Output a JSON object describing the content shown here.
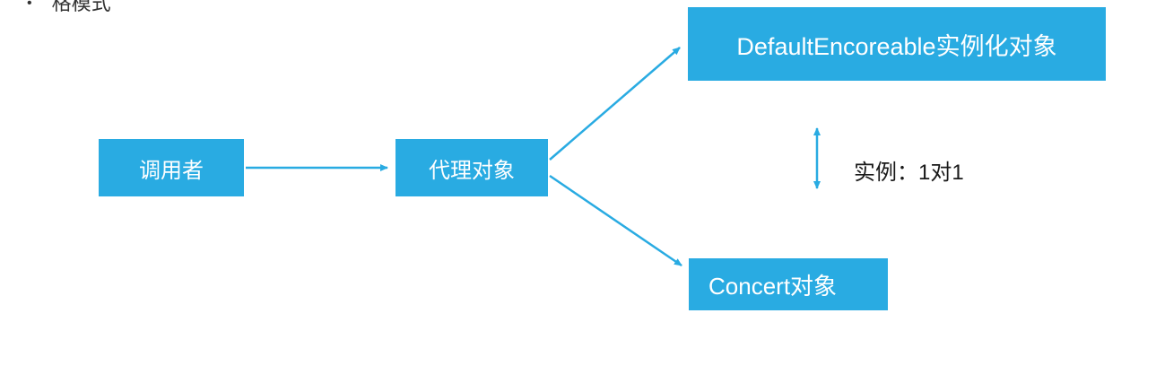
{
  "page": {
    "bullet_item": {
      "marker": "•",
      "text": "格模式"
    }
  },
  "diagram": {
    "nodes": {
      "caller": {
        "label": "调用者"
      },
      "proxy": {
        "label": "代理对象"
      },
      "default_encoreable": {
        "label": "DefaultEncoreable实例化对象"
      },
      "concert": {
        "label": "Concert对象"
      }
    },
    "edges": [
      {
        "from": "caller",
        "to": "proxy",
        "style": "arrow"
      },
      {
        "from": "proxy",
        "to": "default_encoreable",
        "style": "arrow"
      },
      {
        "from": "proxy",
        "to": "concert",
        "style": "arrow"
      }
    ],
    "annotation": {
      "label": "实例：1对1",
      "arrow": "double-headed-vertical"
    },
    "colors": {
      "node_fill": "#29abe2",
      "arrow_stroke": "#29abe2",
      "node_text": "#ffffff",
      "annotation_text": "#1a1a1a"
    }
  }
}
